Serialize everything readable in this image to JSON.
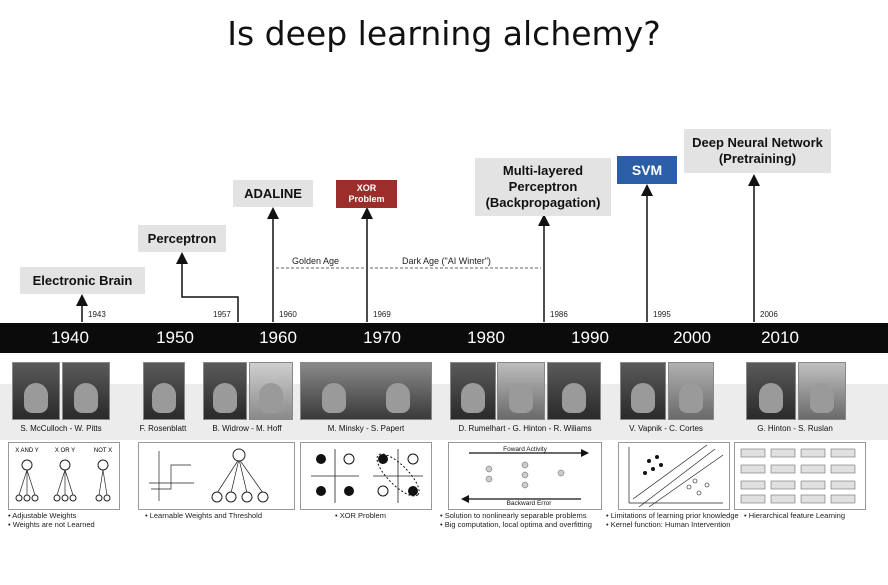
{
  "title": "Is deep learning alchemy?",
  "milestones": {
    "electronic_brain": "Electronic Brain",
    "perceptron": "Perceptron",
    "adaline": "ADALINE",
    "xor_line1": "XOR",
    "xor_line2": "Problem",
    "mlp_line1": "Multi-layered",
    "mlp_line2": "Perceptron",
    "mlp_line3": "(Backpropagation)",
    "svm": "SVM",
    "dnn_line1": "Deep Neural Network",
    "dnn_line2": "(Pretraining)"
  },
  "years": [
    "1943",
    "1957",
    "1960",
    "1969",
    "1986",
    "1995",
    "2006"
  ],
  "eras": {
    "golden": "Golden Age",
    "dark": "Dark Age (\"AI Winter\")"
  },
  "decades": [
    "1940",
    "1950",
    "1960",
    "1970",
    "1980",
    "1990",
    "2000",
    "2010"
  ],
  "names": {
    "mcculloch": "S. McCulloch - W. Pitts",
    "rosenblatt": "F. Rosenblatt",
    "widrow": "B. Widrow - M. Hoff",
    "minsky": "M. Minsky - S. Papert",
    "rumelhart": "D. Rumelhart - G. Hinton - R. Wiliams",
    "vapnik": "V. Vapnik - C. Cortes",
    "hinton": "G. Hinton - S. Ruslan"
  },
  "panels": {
    "logic": [
      "X AND Y",
      "X OR Y",
      "NOT X"
    ],
    "forward": "Foward Activity",
    "backward": "Backward Error"
  },
  "notes": {
    "mcculloch": [
      "• Adjustable Weights",
      "• Weights are not Learned"
    ],
    "perceptron": "• Learnable Weights  and Threshold",
    "xor": "• XOR Problem",
    "mlp": [
      "• Solution to nonlinearly separable problems",
      "• Big computation, local optima and overfitting"
    ],
    "svm": [
      "• Limitations of learning prior knowledge",
      "• Kernel function: Human Intervention"
    ],
    "dnn": "• Hierarchical feature Learning"
  }
}
